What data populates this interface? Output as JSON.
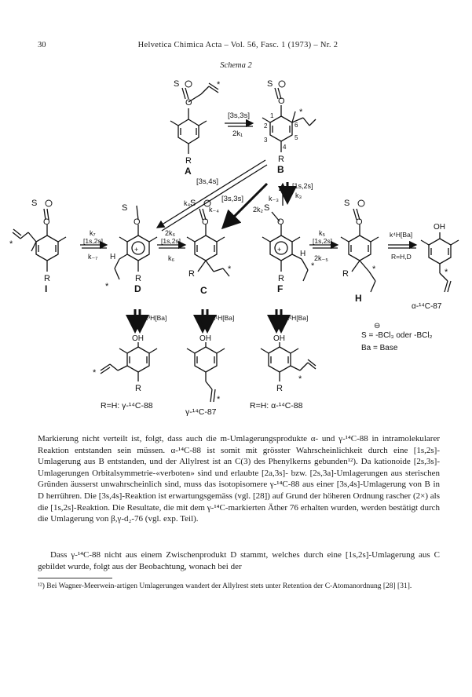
{
  "header": {
    "page_number": "30",
    "running_title": "Helvetica Chimica Acta – Vol. 56, Fasc. 1 (1973) – Nr. 2"
  },
  "schema": {
    "title": "Schema 2",
    "compound_labels": {
      "A": "A",
      "B": "B",
      "C": "C",
      "D": "D",
      "F": "F",
      "H": "H",
      "I": "I"
    },
    "substituent_R": "R",
    "oh_label": "OH",
    "s_label": "S",
    "o_label": "O",
    "arrows": {
      "a_b_top": "[3s,3s]",
      "a_b_bottom": "2k₁",
      "b_down_label": "[1s,2s]",
      "b_down_k": "k₃",
      "b_up_k": "k₋₃",
      "diag_long_label": "[3s,4s]",
      "diag_long_k": "k₄",
      "diag_long_km": "k₋₄",
      "diag_c_label": "[3s,3s]",
      "diag_c_k": "2k₂",
      "i_d_top": "k₇",
      "i_d_mid": "[1s,2s]",
      "i_d_bottom": "k₋₇",
      "d_c_top": "2k₆",
      "d_c_mid": "[1s,2s]",
      "d_c_bottom": "k₆",
      "f_h_top": "k₅",
      "f_h_mid": "[1s,2s]",
      "f_h_bottom": "2k₋₅",
      "h_product_top": "k⁴H[Ba]",
      "h_product_bottom": "R=H,D",
      "d_down": "k³H[Ba]",
      "c_down": "k¹H[Ba]",
      "f_down": "k²H[Ba]"
    },
    "ring_numbers": [
      "1",
      "2",
      "3",
      "4",
      "5",
      "6"
    ],
    "product_alpha_87": "α-¹⁴C-87",
    "product_gamma_88": "R=H: γ-¹⁴C-88",
    "product_gamma_87": "γ-¹⁴C-87",
    "product_alpha_88": "R=H: α-¹⁴C-88",
    "legend_minus": "⊖",
    "legend_s": "S = -BCl₃ oder -BCl₂",
    "legend_ba": "Ba = Base",
    "star": "*"
  },
  "body": {
    "paragraph_1": "Markierung nicht verteilt ist, folgt, dass auch die m-Umlagerungsprodukte α- und γ-¹⁴C-88 in intramolekularer Reaktion entstanden sein müssen. α-¹⁴C-88 ist somit mit grösster Wahrscheinlichkeit durch eine [1s,2s]-Umlagerung aus B entstanden, und der Allylrest ist an C(3) des Phenylkerns gebunden¹²). Da kationoide [2s,3s]-Umlagerungen Orbitalsymmetrie-«verboten» sind und erlaubte [2a,3s]- bzw. [2s,3a]-Umlagerungen aus sterischen Gründen äusserst unwahrscheinlich sind, muss das isotopisomere γ-¹⁴C-88 aus einer [3s,4s]-Umlagerung von B in D herrühren. Die [3s,4s]-Reaktion ist erwartungsgemäss (vgl. [28]) auf Grund der höheren Ordnung rascher (2×) als die [1s,2s]-Reaktion. Die Resultate, die mit dem γ-¹⁴C-markierten Äther 76 erhalten wurden, werden bestätigt durch die Umlagerung von β,γ-d₂-76 (vgl. exp. Teil).",
    "paragraph_2": "Dass γ-¹⁴C-88 nicht aus einem Zwischenprodukt D stammt, welches durch eine [1s,2s]-Umlagerung aus C gebildet wurde, folgt aus der Beobachtung, wonach bei der"
  },
  "footnote": {
    "text": "¹²) Bei Wagner-Meerwein-artigen Umlagerungen wandert der Allylrest stets unter Retention der C-Atomanordnung [28] [31]."
  }
}
